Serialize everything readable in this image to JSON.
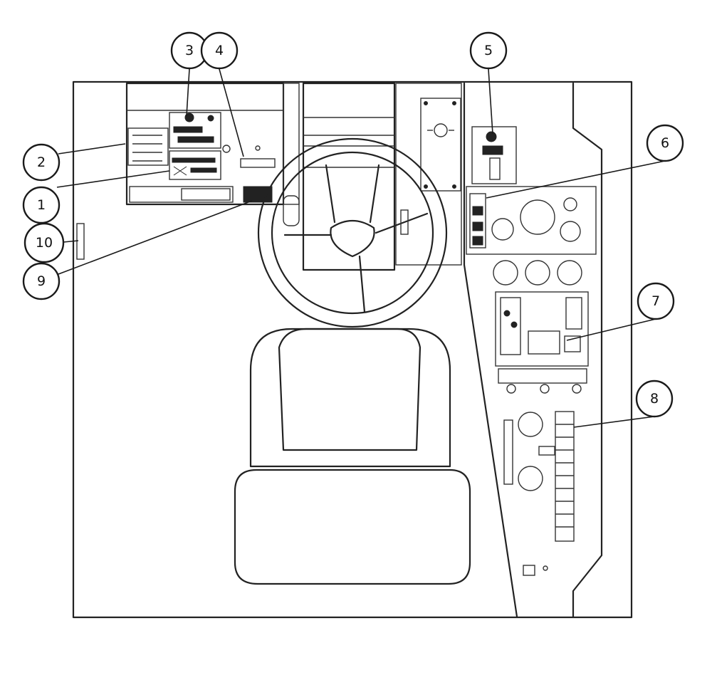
{
  "callouts": [
    {
      "id": "1",
      "label": "1"
    },
    {
      "id": "2",
      "label": "2"
    },
    {
      "id": "3",
      "label": "3"
    },
    {
      "id": "4",
      "label": "4"
    },
    {
      "id": "5",
      "label": "5"
    },
    {
      "id": "6",
      "label": "6"
    },
    {
      "id": "7",
      "label": "7"
    },
    {
      "id": "8",
      "label": "8"
    },
    {
      "id": "9",
      "label": "9"
    },
    {
      "id": "10",
      "label": "10"
    }
  ],
  "colors": {
    "line": "#222222",
    "background": "#ffffff"
  }
}
